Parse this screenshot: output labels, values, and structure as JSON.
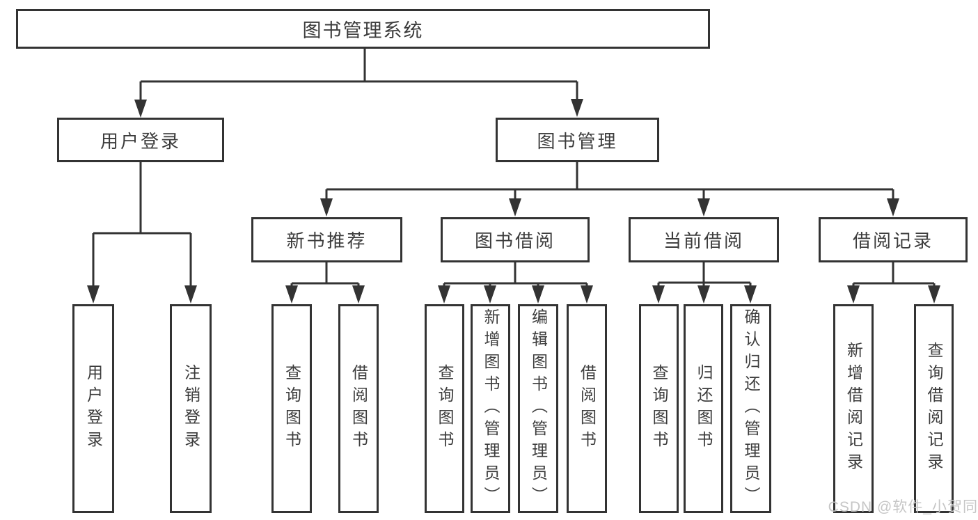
{
  "tree": {
    "label": "图书管理系统",
    "children": [
      {
        "label": "用户登录",
        "children": [
          {
            "label": "用户登录"
          },
          {
            "label": "注销登录"
          }
        ]
      },
      {
        "label": "图书管理",
        "children": [
          {
            "label": "新书推荐",
            "children": [
              {
                "label": "查询图书"
              },
              {
                "label": "借阅图书"
              }
            ]
          },
          {
            "label": "图书借阅",
            "children": [
              {
                "label": "查询图书"
              },
              {
                "label": "新增图书（管理员）"
              },
              {
                "label": "编辑图书（管理员）"
              },
              {
                "label": "借阅图书"
              }
            ]
          },
          {
            "label": "当前借阅",
            "children": [
              {
                "label": "查询图书"
              },
              {
                "label": "归还图书"
              },
              {
                "label": "确认归还（管理员）"
              }
            ]
          },
          {
            "label": "借阅记录",
            "children": [
              {
                "label": "新增借阅记录"
              },
              {
                "label": "查询借阅记录"
              }
            ]
          }
        ]
      }
    ]
  },
  "watermark": "CSDN @软件_小贺同学",
  "colors": {
    "background": "#ffffff",
    "line": "#333333",
    "text": "#3c3c3c",
    "watermark": "#c6c6c6"
  }
}
